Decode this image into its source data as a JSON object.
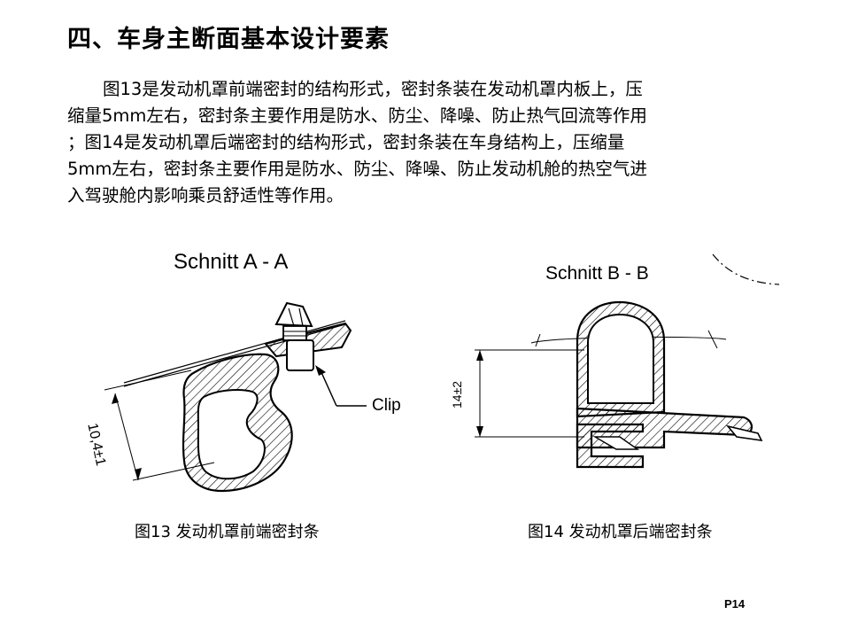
{
  "heading": "四、车身主断面基本设计要素",
  "paragraph": {
    "lines": [
      "图13是发动机罩前端密封的结构形式，密封条装在发动机罩内板上，压",
      "缩量5mm左右，密封条主要作用是防水、防尘、降噪、防止热气回流等作用",
      "；图14是发动机罩后端密封的结构形式，密封条装在车身结构上，压缩量",
      "5mm左右，密封条主要作用是防水、防尘、降噪、防止发动机舱的热空气进",
      "入驾驶舱内影响乘员舒适性等作用。"
    ]
  },
  "figure13": {
    "section_label": "Schnitt  A - A",
    "dimension": "10,4±1",
    "clip_label": "Clip",
    "caption": "图13  发动机罩前端密封条"
  },
  "figure14": {
    "section_label": "Schnitt  B - B",
    "dimension": "14±2",
    "caption": "图14  发动机罩后端密封条"
  },
  "page_number": "P14"
}
